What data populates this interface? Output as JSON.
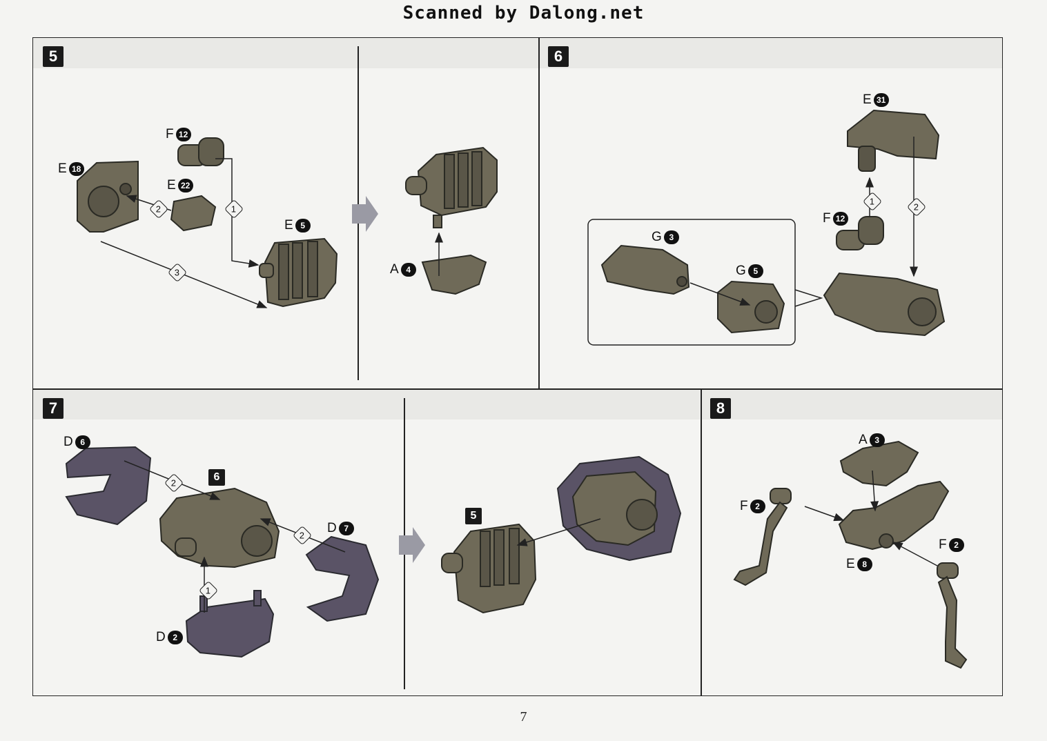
{
  "header": {
    "title": "Scanned by Dalong.net"
  },
  "page_number": "7",
  "steps": {
    "s5": {
      "number": "5",
      "labels": {
        "f12": {
          "letter": "F",
          "num": "12"
        },
        "e18": {
          "letter": "E",
          "num": "18"
        },
        "e22": {
          "letter": "E",
          "num": "22"
        },
        "e5": {
          "letter": "E",
          "num": "5"
        },
        "a4": {
          "letter": "A",
          "num": "4"
        }
      },
      "seq": [
        "1",
        "2",
        "3"
      ]
    },
    "s6": {
      "number": "6",
      "labels": {
        "e31": {
          "letter": "E",
          "num": "31"
        },
        "f12": {
          "letter": "F",
          "num": "12"
        },
        "g3": {
          "letter": "G",
          "num": "3"
        },
        "g5": {
          "letter": "G",
          "num": "5"
        }
      },
      "seq": [
        "1",
        "2"
      ]
    },
    "s7": {
      "number": "7",
      "labels": {
        "d6": {
          "letter": "D",
          "num": "6"
        },
        "d7": {
          "letter": "D",
          "num": "7"
        },
        "d2": {
          "letter": "D",
          "num": "2"
        }
      },
      "ref6": "6",
      "ref5": "5",
      "seq": [
        "1",
        "2",
        "2"
      ]
    },
    "s8": {
      "number": "8",
      "labels": {
        "a3": {
          "letter": "A",
          "num": "3"
        },
        "f2a": {
          "letter": "F",
          "num": "2"
        },
        "f2b": {
          "letter": "F",
          "num": "2"
        },
        "e8": {
          "letter": "E",
          "num": "8"
        }
      }
    }
  },
  "colors": {
    "part_olive": "#6f6a58",
    "part_olive_dark": "#4e4a3e",
    "part_purple": "#5a5366",
    "part_purple_dark": "#3f3949",
    "line": "#222222",
    "arrow_gray": "#9a9aa4"
  }
}
